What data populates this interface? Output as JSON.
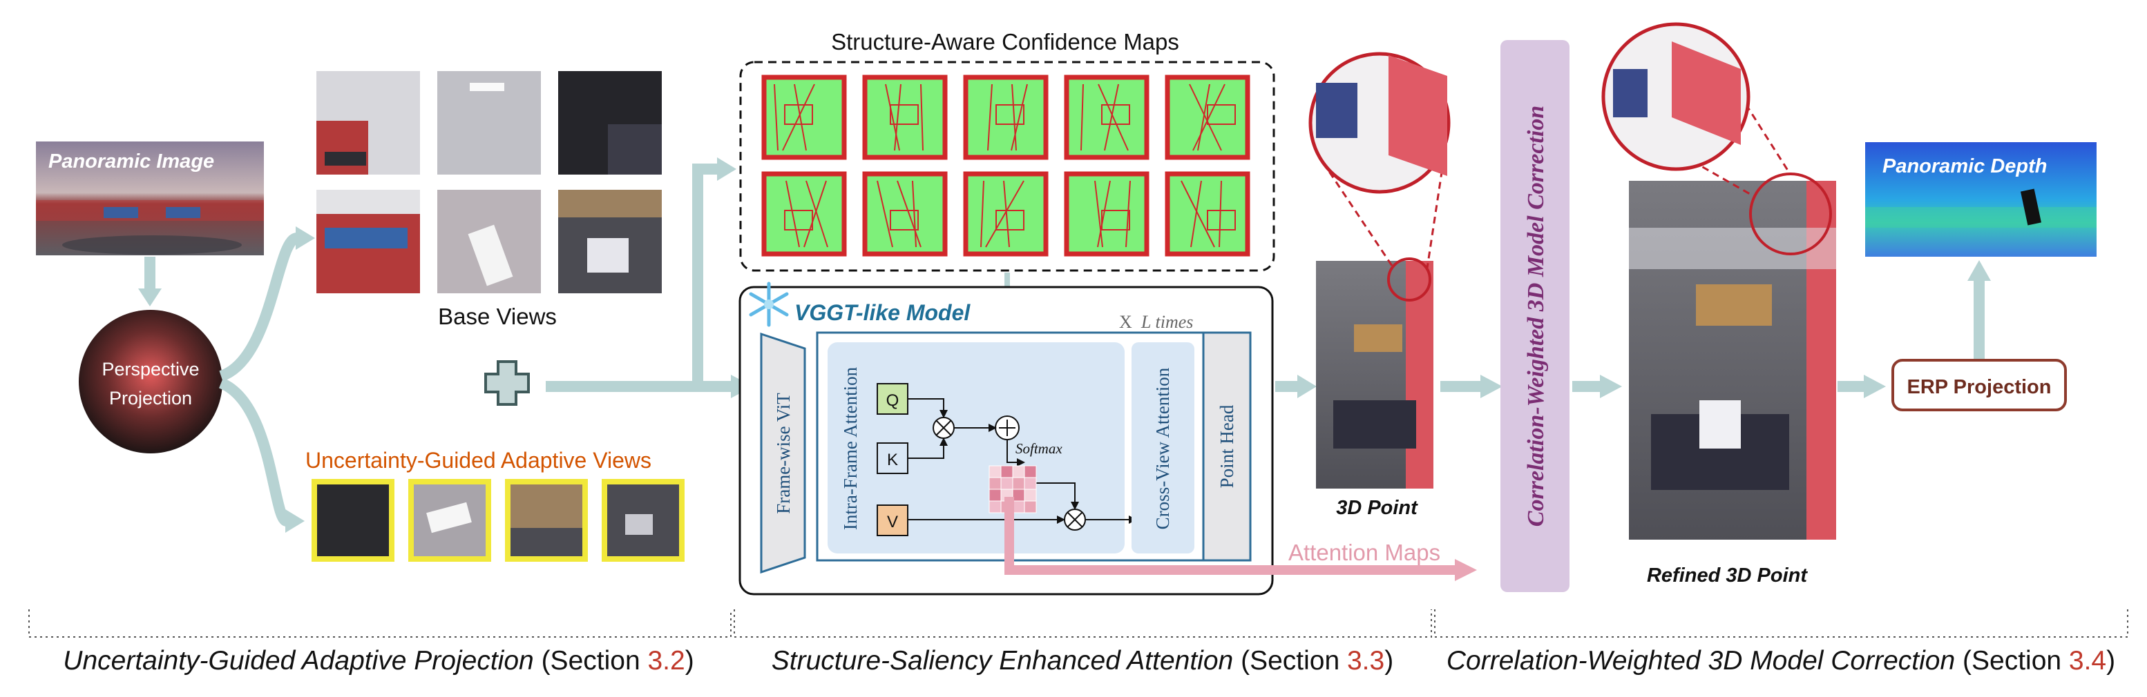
{
  "pano_label": "Panoramic Image",
  "persp_label_1": "Perspective",
  "persp_label_2": "Projection",
  "base_views_label": "Base Views",
  "adaptive_views_label": "Uncertainty-Guided Adaptive Views",
  "confidence_title": "Structure-Aware Confidence Maps",
  "model_title": "VGGT-like Model",
  "times_x": "X",
  "times_label": "L times",
  "framewise_vit": "Frame-wise ViT",
  "intra_frame": "Intra-Frame Attention",
  "cross_view": "Cross-View Attention",
  "point_head": "Point Head",
  "q_label": "Q",
  "k_label": "K",
  "v_label": "V",
  "softmax": "Softmax",
  "attention_maps": "Attention Maps",
  "point_label": "3D Point",
  "correction_vertical": "Correlation-Weighted 3D Model Correction",
  "refined_label": "Refined 3D Point",
  "erp_label": "ERP Projection",
  "pano_depth_label": "Panoramic Depth",
  "sections": [
    {
      "title": "Uncertainty-Guided Adaptive Projection",
      "pre": "(Section ",
      "num": "3.2",
      "post": ")"
    },
    {
      "title": "Structure-Saliency Enhanced Attention",
      "pre": "(Section ",
      "num": "3.3",
      "post": ")"
    },
    {
      "title": "Correlation-Weighted 3D Model Correction",
      "pre": "(Section ",
      "num": "3.4",
      "post": ")"
    }
  ],
  "colors": {
    "flow_arrow": "#b7d3d3",
    "pink_arrow": "#e9a5b5",
    "section_num": "#c0392b",
    "adaptive_title": "#d35400",
    "model_title": "#1f6f97",
    "purple_bar": "#d9c7e1",
    "purple_text": "#7b2d73",
    "erp_border": "#8e3b2d",
    "erp_text": "#6e2c1f",
    "zoom_red": "#c0202a",
    "adaptive_border": "#f1e83a",
    "conf_green": "#7ef07a",
    "conf_red": "#d0282a",
    "inner_blue": "#d9e7f5",
    "box_blue": "#2d6c97"
  }
}
